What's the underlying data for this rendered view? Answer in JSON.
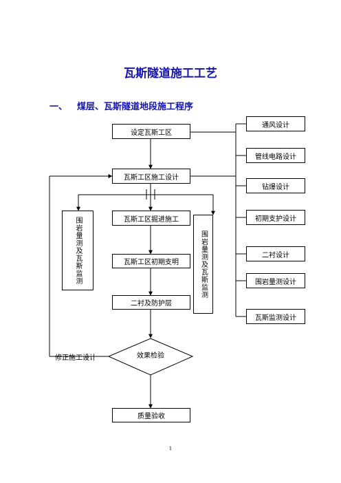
{
  "document": {
    "title": "瓦斯隧道施工工艺",
    "section_number": "一、",
    "section_title": "煤层、瓦斯隧道地段施工程序",
    "page_number": "1"
  },
  "flowchart": {
    "main": {
      "setup_zone": "设定瓦斯工区",
      "zone_design": "瓦斯工区施工设计",
      "excavation": "瓦斯工区掘进施工",
      "initial_support": "瓦斯工区初期支明",
      "secondary_lining": "二衬及防护层",
      "inspection": "效果检验",
      "acceptance": "质量验收"
    },
    "side_left": "围岩量测及瓦斯监测",
    "side_right": "围岩量测及瓦斯监测",
    "revise_label": "修正施工设计",
    "right_column": [
      "通风设计",
      "管线电路设计",
      "钻爆设计",
      "初期支护设计",
      "二衬设计",
      "围岩量测设计",
      "瓦斯监测设计"
    ]
  }
}
